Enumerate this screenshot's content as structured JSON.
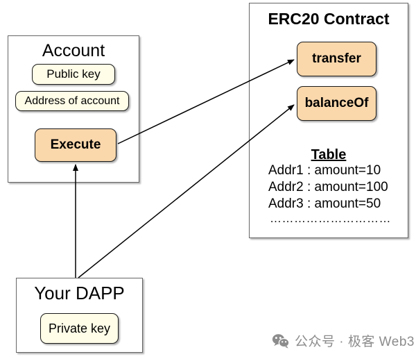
{
  "diagram": {
    "account_box": {
      "title": "Account",
      "items": [
        {
          "label": "Public key",
          "kind": "key"
        },
        {
          "label": "Address of account",
          "kind": "key"
        },
        {
          "label": "Execute",
          "kind": "func"
        }
      ]
    },
    "erc20_box": {
      "title": "ERC20 Contract",
      "functions": [
        {
          "label": "transfer"
        },
        {
          "label": "balanceOf"
        }
      ],
      "table": {
        "title": "Table",
        "rows": [
          "Addr1 : amount=10",
          "Addr2 : amount=100",
          "Addr3 : amount=50"
        ],
        "ellipsis": "…………………………"
      }
    },
    "dapp_box": {
      "title": "Your DAPP",
      "items": [
        {
          "label": "Private key",
          "kind": "key"
        }
      ]
    },
    "connections": [
      {
        "name": "execute-to-transfer",
        "from": "Execute",
        "to": "transfer"
      },
      {
        "name": "dapp-to-balanceof",
        "from": "Your DAPP",
        "to": "balanceOf"
      },
      {
        "name": "dapp-to-execute",
        "from": "Your DAPP",
        "to": "Execute"
      }
    ]
  },
  "watermark": {
    "icon": "wechat-icon",
    "text": "公众号 · 极客 Web3"
  },
  "colors": {
    "key_fill": "#fffde8",
    "func_fill": "#fad8ac",
    "box_border": "#666666",
    "node_border": "#1a1a1a",
    "arrow": "#000000",
    "watermark": "#8c8c8c",
    "background": "#ffffff"
  }
}
